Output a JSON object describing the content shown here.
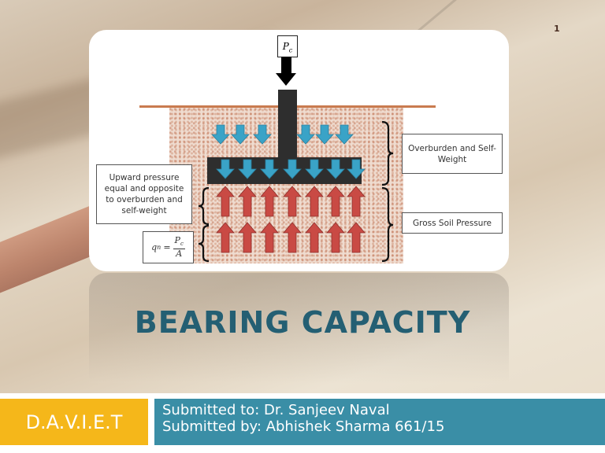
{
  "slide": {
    "number": "1",
    "title": "BEARING CAPACITY"
  },
  "diagram": {
    "load_label": "Pc",
    "labels": {
      "overburden": "Overburden and Self-Weight",
      "gross": "Gross Soil Pressure",
      "upward": "Upward pressure equal and opposite to overburden and self-weight",
      "net_formula": "qn = Pc / A"
    },
    "formula": {
      "lhs": "q",
      "lhs_sub": "n",
      "num": "P",
      "num_sub": "c",
      "den": "A"
    },
    "colors": {
      "down_arrow": "#3aa3c7",
      "up_arrow": "#c94a44",
      "footing": "#2e2e2e",
      "ground_line": "#c97b4f"
    }
  },
  "footer": {
    "institution": "D.A.V.I.E.T",
    "submitted_to": "Submitted to: Dr. Sanjeev Naval",
    "submitted_by": "Submitted by: Abhishek Sharma 661/15",
    "colors": {
      "institution_bg": "#f5b71a",
      "submission_bg": "#3a8ea6",
      "title": "#245f73"
    }
  }
}
